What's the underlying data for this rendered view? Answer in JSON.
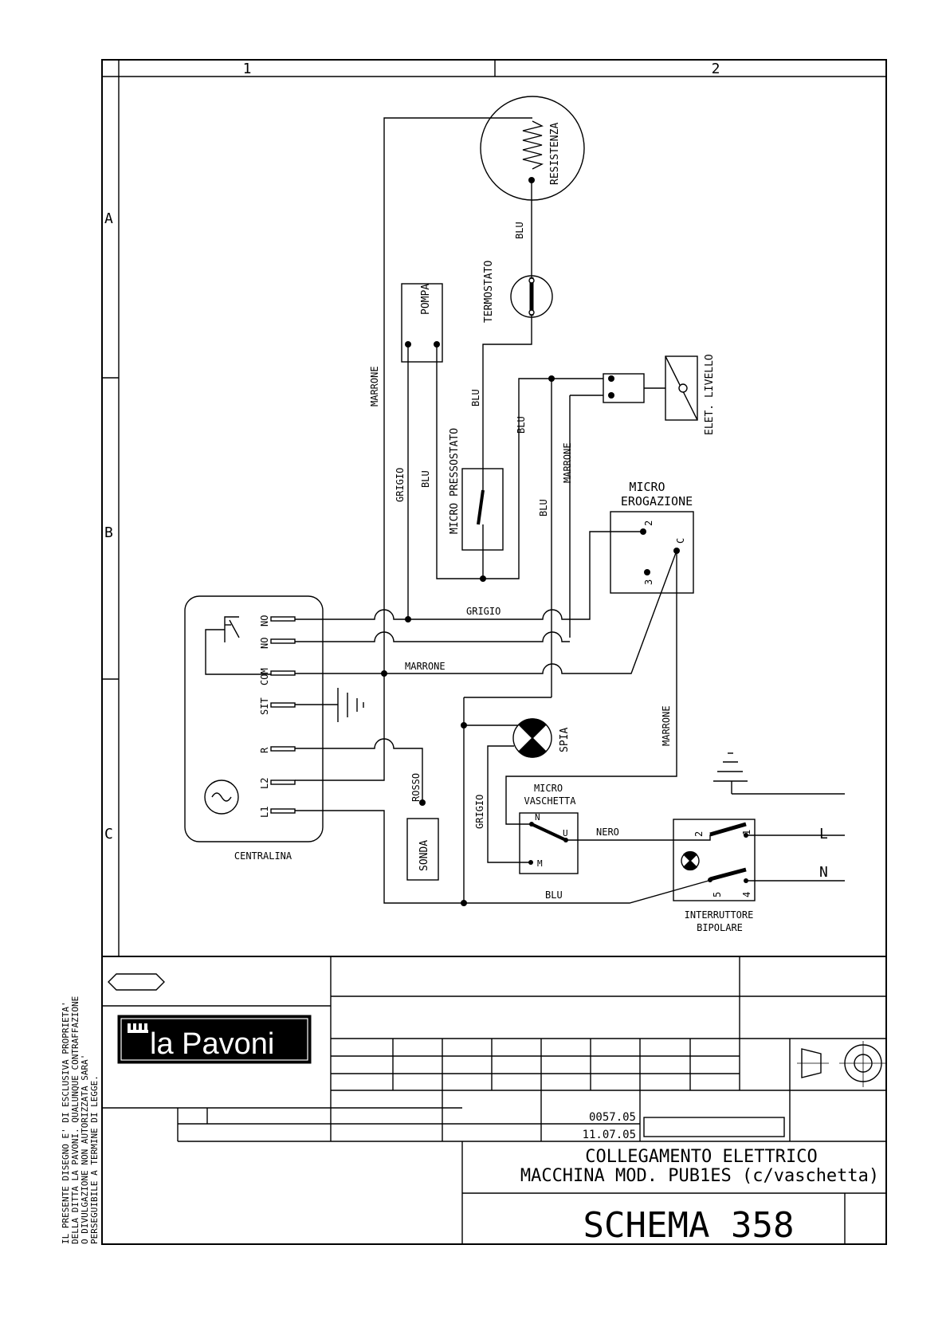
{
  "grid": {
    "columns": [
      "1",
      "2"
    ],
    "rows": [
      "A",
      "B",
      "C"
    ]
  },
  "components": {
    "resistenza": "RESISTENZA",
    "termostato": "TERMOSTATO",
    "pompa": "POMPA",
    "micro_pressostato": "MICRO PRESSOSTATO",
    "elet_livello": "ELET. LIVELLO",
    "micro_erogazione_1": "MICRO",
    "micro_erogazione_2": "EROGAZIONE",
    "spia": "SPIA",
    "micro_vaschetta_1": "MICRO",
    "micro_vaschetta_2": "VASCHETTA",
    "sonda": "SONDA",
    "centralina": "CENTRALINA",
    "interruttore_1": "INTERRUTTORE",
    "interruttore_2": "BIPOLARE"
  },
  "terminals": {
    "centralina": [
      "NO",
      "NO",
      "COM",
      "SIT",
      "R",
      "L2",
      "L1"
    ],
    "erogazione": [
      "2",
      "C",
      "3"
    ],
    "vaschetta": [
      "N",
      "U",
      "M"
    ],
    "interruttore": [
      "2",
      "1",
      "5",
      "4"
    ],
    "line": [
      "L",
      "N"
    ]
  },
  "wires": {
    "marrone": "MARRONE",
    "blu": "BLU",
    "grigio": "GRIGIO",
    "rosso": "ROSSO",
    "nero": "NERO"
  },
  "notice": [
    "IL PRESENTE DISEGNO E' DI ESCLUSIVA PROPRIETA'",
    "DELLA DITTA LA PAVONI. QUALUNQUE CONTRAFFAZIONE",
    "O DIVULGAZIONE NON AUTORIZZATA SARA'",
    "PERSEGUIBILE A TERMINE DI LEGGE."
  ],
  "titleblock": {
    "logo": "la Pavoni",
    "code": "0057.05",
    "date": "11.07.05",
    "title_1": "COLLEGAMENTO ELETTRICO",
    "title_2": "MACCHINA MOD. PUB1ES (c/vaschetta)",
    "schema": "SCHEMA 358"
  }
}
